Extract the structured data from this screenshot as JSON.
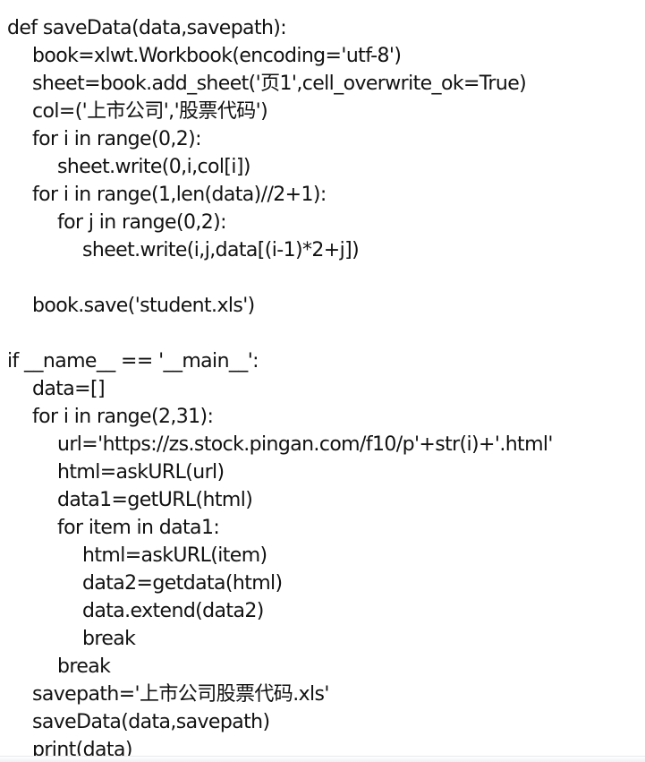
{
  "code": {
    "lines": [
      {
        "indent": 0,
        "text": "def saveData(data,savepath):"
      },
      {
        "indent": 1,
        "text": "book=xlwt.Workbook(encoding='utf-8')"
      },
      {
        "indent": 1,
        "text": "sheet=book.add_sheet('页1',cell_overwrite_ok=True)"
      },
      {
        "indent": 1,
        "text": "col=('上市公司','股票代码')"
      },
      {
        "indent": 1,
        "text": "for i in range(0,2):"
      },
      {
        "indent": 2,
        "text": "sheet.write(0,i,col[i])"
      },
      {
        "indent": 1,
        "text": "for i in range(1,len(data)//2+1):"
      },
      {
        "indent": 2,
        "text": "for j in range(0,2):"
      },
      {
        "indent": 3,
        "text": "sheet.write(i,j,data[(i-1)*2+j])"
      },
      {
        "indent": 0,
        "text": ""
      },
      {
        "indent": 1,
        "text": "book.save('student.xls')"
      },
      {
        "indent": 0,
        "text": ""
      },
      {
        "indent": 0,
        "text": "if __name__ == '__main__':"
      },
      {
        "indent": 1,
        "text": "data=[]"
      },
      {
        "indent": 1,
        "text": "for i in range(2,31):"
      },
      {
        "indent": 2,
        "text": "url='https://zs.stock.pingan.com/f10/p'+str(i)+'.html'"
      },
      {
        "indent": 2,
        "text": "html=askURL(url)"
      },
      {
        "indent": 2,
        "text": "data1=getURL(html)"
      },
      {
        "indent": 2,
        "text": "for item in data1:"
      },
      {
        "indent": 3,
        "text": "html=askURL(item)"
      },
      {
        "indent": 3,
        "text": "data2=getdata(html)"
      },
      {
        "indent": 3,
        "text": "data.extend(data2)"
      },
      {
        "indent": 3,
        "text": "break"
      },
      {
        "indent": 2,
        "text": "break"
      },
      {
        "indent": 1,
        "text": "savepath='上市公司股票代码.xls'"
      },
      {
        "indent": 1,
        "text": "saveData(data,savepath)"
      },
      {
        "indent": 1,
        "text": "print(data)"
      }
    ]
  }
}
